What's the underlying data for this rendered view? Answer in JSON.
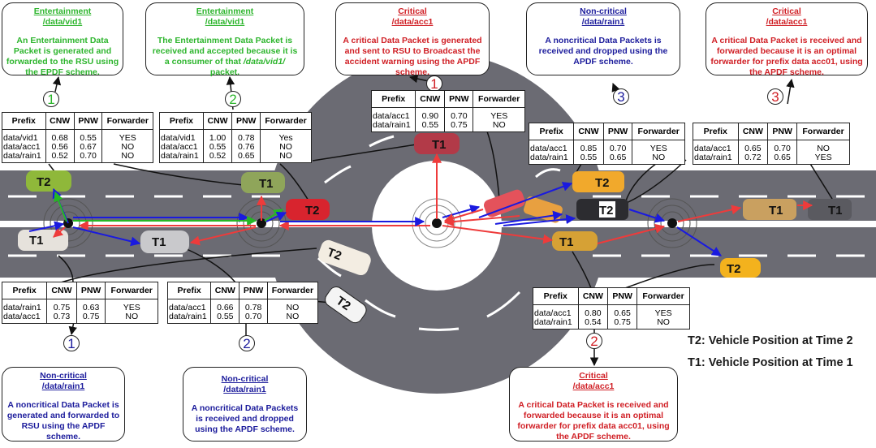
{
  "callouts": {
    "ent_1": {
      "title": "Entertainment",
      "prefix": "/data/vid1",
      "body": "An Entertainment Data Packet is generated and forwarded to the RSU using the EPDF scheme.",
      "color": "#2db52d"
    },
    "ent_2": {
      "title": "Entertainment",
      "prefix": "/data/vid1",
      "body_pre": "The Entertainment Data Packet is received and accepted because it is a consumer of that ",
      "body_em": "/data/vid1/",
      "body_post": " packet.",
      "color": "#2db52d"
    },
    "crit_top_1": {
      "title": "Critical",
      "prefix": "/data/acc1",
      "body": "A critical Data Packet is generated and sent to RSU to Broadcast the accident warning using the APDF scheme.",
      "color": "#d01f25"
    },
    "noncrit_top_3": {
      "title": "Non-critical",
      "prefix": "/data/rain1",
      "body": "A noncritical Data Packets is received and dropped using the APDF scheme.",
      "color": "#1c1c9c"
    },
    "crit_top_3": {
      "title": "Critical",
      "prefix": "/data/acc1",
      "body": "A critical Data Packet is received and forwarded because it is an optimal forwarder for prefix data acc01, using the APDF scheme.",
      "color": "#d01f25"
    },
    "noncrit_bot_1": {
      "title": "Non-critical",
      "prefix": "/data/rain1",
      "body": "A noncritical Data Packet is generated and forwarded to RSU using the APDF scheme.",
      "color": "#1c1c9c"
    },
    "noncrit_bot_2": {
      "title": "Non-critical",
      "prefix": "/data/rain1",
      "body": "A noncritical Data Packets is received and dropped using the APDF scheme.",
      "color": "#1c1c9c"
    },
    "crit_bot_2": {
      "title": "Critical",
      "prefix": "/data/acc1",
      "body": "A critical Data Packet is received and forwarded because it is an optimal forwarder for prefix data acc01, using the APDF scheme.",
      "color": "#d01f25"
    }
  },
  "steps": {
    "ent_1": "1",
    "ent_2": "2",
    "crit_top_1": "1",
    "noncrit_top_3": "3",
    "crit_top_3": "3",
    "noncrit_bot_1": "1",
    "noncrit_bot_2": "2",
    "crit_bot_2": "2"
  },
  "table_headers": [
    "Prefix",
    "CNW",
    "PNW",
    "Forwarder"
  ],
  "tables": {
    "t_ent_1": [
      [
        "data/vid1",
        "0.68",
        "0.55",
        "YES"
      ],
      [
        "data/acc1",
        "0.56",
        "0.67",
        "NO"
      ],
      [
        "data/rain1",
        "0.52",
        "0.70",
        "NO"
      ]
    ],
    "t_ent_2": [
      [
        "data/vid1",
        "1.00",
        "0.78",
        "Yes"
      ],
      [
        "data/acc1",
        "0.55",
        "0.76",
        "NO"
      ],
      [
        "data/rain1",
        "0.52",
        "0.65",
        "NO"
      ]
    ],
    "t_crit_top_1": [
      [
        "data/acc1",
        "0.90",
        "0.70",
        "YES"
      ],
      [
        "data/rain1",
        "0.55",
        "0.75",
        "NO"
      ]
    ],
    "t_noncrit_top_3": [
      [
        "data/acc1",
        "0.85",
        "0.70",
        "YES"
      ],
      [
        "data/rain1",
        "0.55",
        "0.65",
        "NO"
      ]
    ],
    "t_crit_top_3": [
      [
        "data/acc1",
        "0.65",
        "0.70",
        "NO"
      ],
      [
        "data/rain1",
        "0.72",
        "0.65",
        "YES"
      ]
    ],
    "t_noncrit_bot_1": [
      [
        "data/rain1",
        "0.75",
        "0.63",
        "YES"
      ],
      [
        "data/acc1",
        "0.73",
        "0.75",
        "NO"
      ]
    ],
    "t_noncrit_bot_2": [
      [
        "data/acc1",
        "0.66",
        "0.78",
        "NO"
      ],
      [
        "data/rain1",
        "0.55",
        "0.70",
        "NO"
      ]
    ],
    "t_crit_bot_2": [
      [
        "data/acc1",
        "0.80",
        "0.65",
        "YES"
      ],
      [
        "data/rain1",
        "0.54",
        "0.75",
        "NO"
      ]
    ]
  },
  "legend": {
    "t2": "T2: Vehicle Position at Time 2",
    "t1": "T1: Vehicle Position at Time 1"
  },
  "vehicles": {
    "green_t2": "T2",
    "green_t1": "T1",
    "ambulance_t1": "T1",
    "silver_t1": "T1",
    "red_t2": "T2",
    "red_t1": "T1",
    "ambulance_t2": "T2",
    "police_white_t2": "T2",
    "taxi_top_t2": "T2",
    "police_t2": "T2",
    "taxi_mid_t1": "T1",
    "taxi_right_t1": "T1",
    "police_t1": "T1",
    "taxi_bot_t2": "T2"
  },
  "colors": {
    "road": "#6b6b73",
    "entertainment": "#2db52d",
    "critical": "#d01f25",
    "noncritical": "#1c1c9c",
    "arrow_blue": "#1a1adf",
    "arrow_red": "#ee3b3b",
    "arrow_green": "#25b825"
  }
}
